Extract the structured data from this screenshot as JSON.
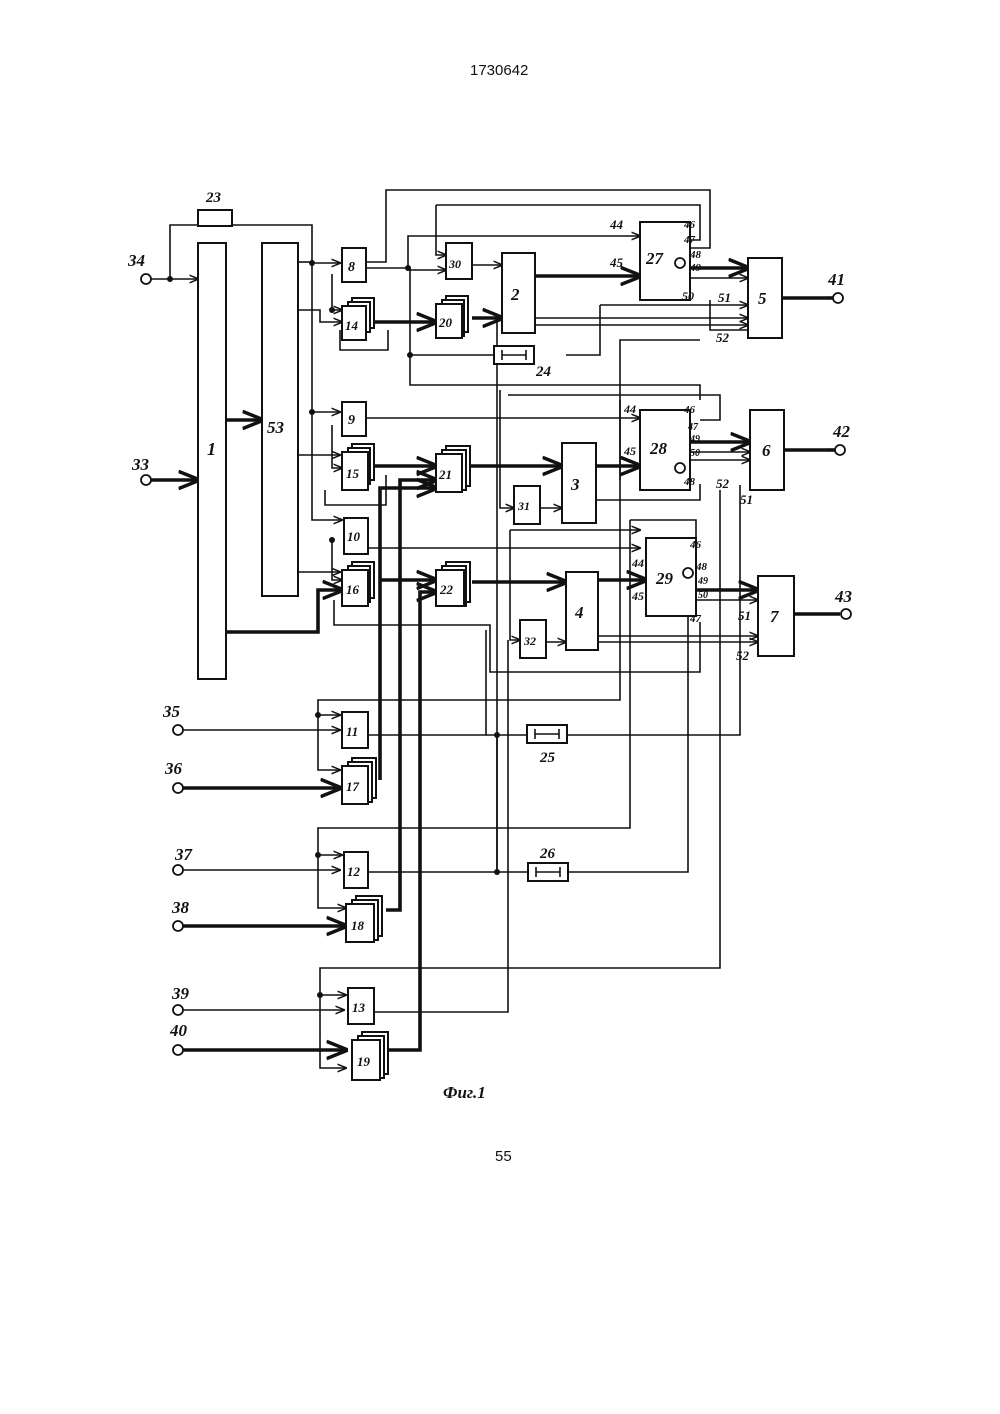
{
  "header": {
    "document_number": "1730642"
  },
  "footer": {
    "page_number": "55"
  },
  "figure": {
    "caption": "Фиг.1",
    "blocks": [
      "1",
      "2",
      "3",
      "4",
      "5",
      "6",
      "7",
      "8",
      "9",
      "10",
      "11",
      "12",
      "13",
      "14",
      "15",
      "16",
      "17",
      "18",
      "19",
      "20",
      "21",
      "22",
      "23",
      "24",
      "25",
      "26",
      "27",
      "28",
      "29",
      "30",
      "31",
      "32",
      "53"
    ],
    "terminals": [
      "33",
      "34",
      "35",
      "36",
      "37",
      "38",
      "39",
      "40",
      "41",
      "42",
      "43"
    ],
    "pin_labels": {
      "block_27": [
        "44",
        "45",
        "46",
        "47",
        "48",
        "49",
        "50",
        "51",
        "52"
      ],
      "block_28": [
        "44",
        "45",
        "46",
        "47",
        "48",
        "49",
        "50",
        "51",
        "52"
      ],
      "block_29": [
        "44",
        "45",
        "46",
        "47",
        "48",
        "49",
        "50",
        "51",
        "52"
      ]
    }
  }
}
